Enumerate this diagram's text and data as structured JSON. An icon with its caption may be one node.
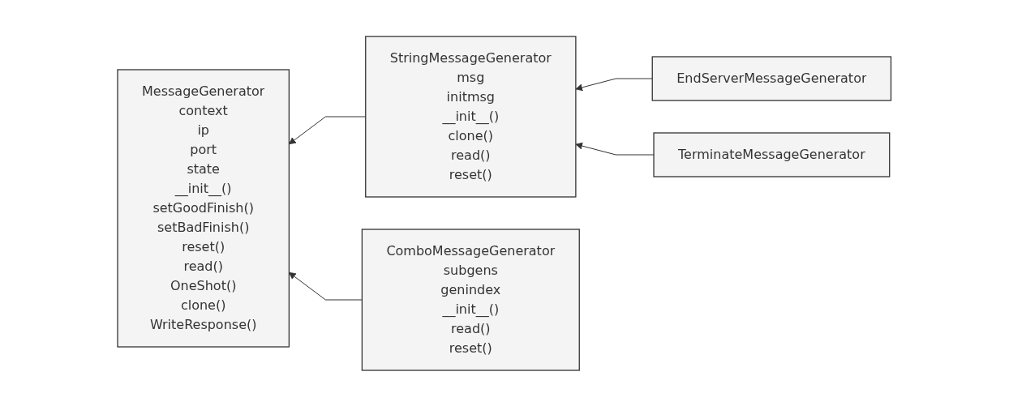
{
  "diagram": {
    "nodes": [
      {
        "text": [
          "MessageGenerator",
          "context",
          "ip",
          "port",
          "state",
          "__init__()",
          "setGoodFinish()",
          "setBadFinish()",
          "reset()",
          "read()",
          "OneShot()",
          "clone()",
          "WriteResponse()"
        ]
      },
      {
        "text": [
          "StringMessageGenerator",
          "msg",
          "initmsg",
          "__init__()",
          "clone()",
          "read()",
          "reset()"
        ]
      },
      {
        "text": [
          "EndServerMessageGenerator"
        ]
      },
      {
        "text": [
          "TerminateMessageGenerator"
        ]
      },
      {
        "text": [
          "ComboMessageGenerator",
          "subgens",
          "genindex",
          "__init__()",
          "read()",
          "reset()"
        ]
      }
    ],
    "edges": [
      {
        "from": 1,
        "to": 0,
        "arrow": "to"
      },
      {
        "from": 2,
        "to": 1,
        "arrow": "to"
      },
      {
        "from": 3,
        "to": 1,
        "arrow": "to"
      },
      {
        "from": 4,
        "to": 0,
        "arrow": "to"
      }
    ]
  }
}
